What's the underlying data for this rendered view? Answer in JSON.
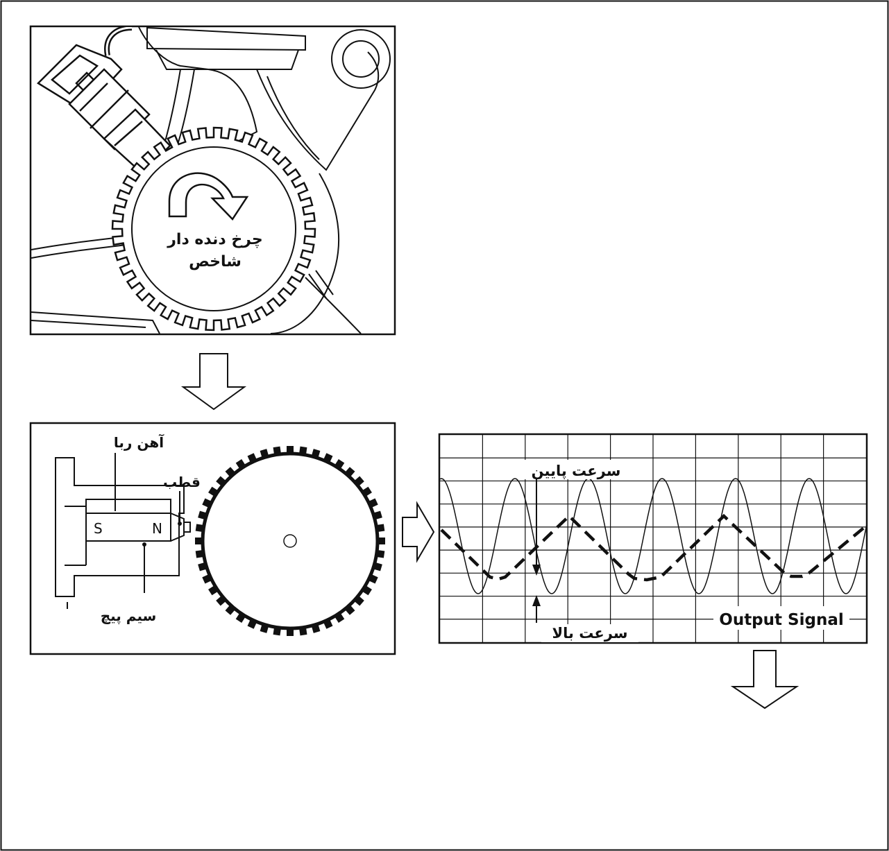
{
  "diagram": {
    "tone_wheel_label_line1": "چرخ دنده دار",
    "tone_wheel_label_line2": "شاخص",
    "magnet_label": "آهن ربا",
    "pole_label": "قطب",
    "coil_label": "سیم پیچ",
    "south_pole": "S",
    "north_pole": "N",
    "low_speed_label": "سرعت پایین",
    "high_speed_label": "سرعت بالا",
    "output_signal_label": "Output Signal"
  },
  "colors": {
    "ink": "#111111",
    "background": "#ffffff"
  }
}
